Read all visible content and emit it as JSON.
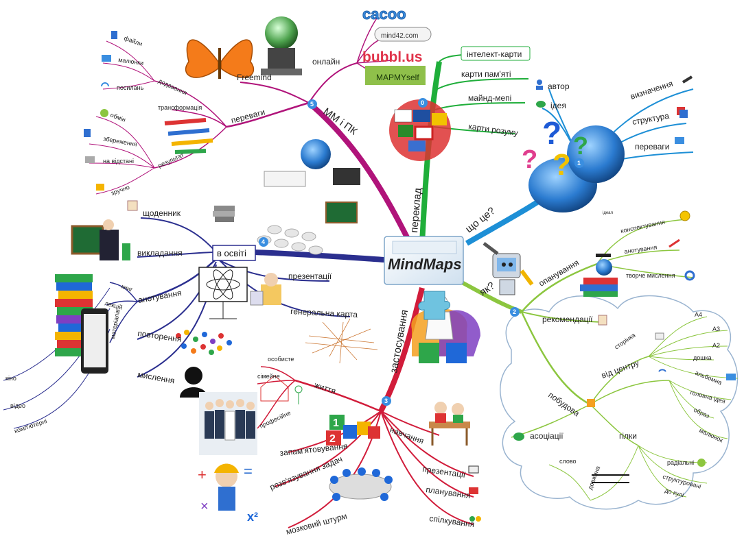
{
  "center": {
    "title": "MindMaps"
  },
  "branches": {
    "translation": {
      "label": "переклад",
      "number": "0",
      "items": [
        "інтелект-карти",
        "карти пам'яті",
        "майнд-мепі",
        "карти розуму"
      ]
    },
    "what_is": {
      "label": "що це?",
      "number": "1",
      "left": [
        "автор",
        "ідея"
      ],
      "right": [
        "визначення",
        "структура",
        "переваги"
      ],
      "small": "ідеал"
    },
    "how": {
      "label": "як?",
      "number": "2",
      "opanuvannya": {
        "label": "опанування",
        "items": [
          "конспектування",
          "анотування",
          "творче мислення"
        ]
      },
      "recommend": "рекомендації",
      "pobudova": {
        "label": "побудова",
        "storinka": {
          "label": "сторінка",
          "items": [
            "А4",
            "А3",
            "А2",
            "дошка",
            "альбомна"
          ]
        },
        "vid_centru": {
          "label": "від центру",
          "items": [
            "головна ідея",
            "образ",
            "малюнок"
          ]
        },
        "gilky": {
          "label": "гілки",
          "items": [
            "радіальні",
            "структуровані",
            "до кулі"
          ]
        },
        "associations": "асоціації",
        "slovo": "слово",
        "dovzhyna": "довжина"
      }
    },
    "usage": {
      "label": "застосування",
      "number": "3",
      "zhyttya": {
        "label": "життя",
        "items": [
          "особисте",
          "сімейне",
          "професійне"
        ]
      },
      "items": [
        "навчання",
        "запам'ятовування",
        "розв'язування задач",
        "мозковий штурм",
        "презентації",
        "планування",
        "спілкування"
      ]
    },
    "education": {
      "label": "в освіті",
      "number": "4",
      "items": [
        "щоденник",
        "викладання",
        "презентації",
        "генеральна карта",
        "повторення",
        "мислення"
      ],
      "anotuvannya": {
        "label": "анотування",
        "items": [
          "книг",
          "лекцій",
          "матеріалів"
        ]
      },
      "media": [
        "кіно",
        "відео",
        "комп'ютерні"
      ]
    },
    "pc": {
      "label": "ММ і ПК",
      "number": "5",
      "online": {
        "label": "онлайн",
        "brands": [
          "cacoo",
          "mind42.com",
          "bubbl.us",
          "MAPMYself"
        ]
      },
      "freemind": "Freemind",
      "perevagy": {
        "label": "переваги",
        "transform": "трансформація",
        "dodavannya": {
          "label": "додавання",
          "items": [
            "файли",
            "малюнки",
            "посилань"
          ]
        },
        "result": {
          "label": "результат",
          "items": [
            "обмін",
            "збереження",
            "на відстані",
            "зручно"
          ]
        }
      }
    }
  },
  "colors": {
    "translation": "#1fae3a",
    "what_is": "#1d8fd6",
    "how": "#8cc63f",
    "usage": "#d11c3a",
    "education": "#2b2f8f",
    "pc": "#b0137a",
    "center_box": "#7fa6c9"
  },
  "icons": [
    "flags-globe",
    "question-globe",
    "computer-character",
    "books-graduate",
    "jigsaw-person",
    "robot-pc",
    "butterfly-logo",
    "globe-laptop",
    "chalkboard-teacher",
    "classroom",
    "books-stack",
    "tablet",
    "brain-thinker",
    "numbers-cubes",
    "kids-at-desk",
    "people-group",
    "math-kid",
    "meeting-table",
    "cloud-shape",
    "puzzle-icon",
    "spiral-arrows"
  ]
}
